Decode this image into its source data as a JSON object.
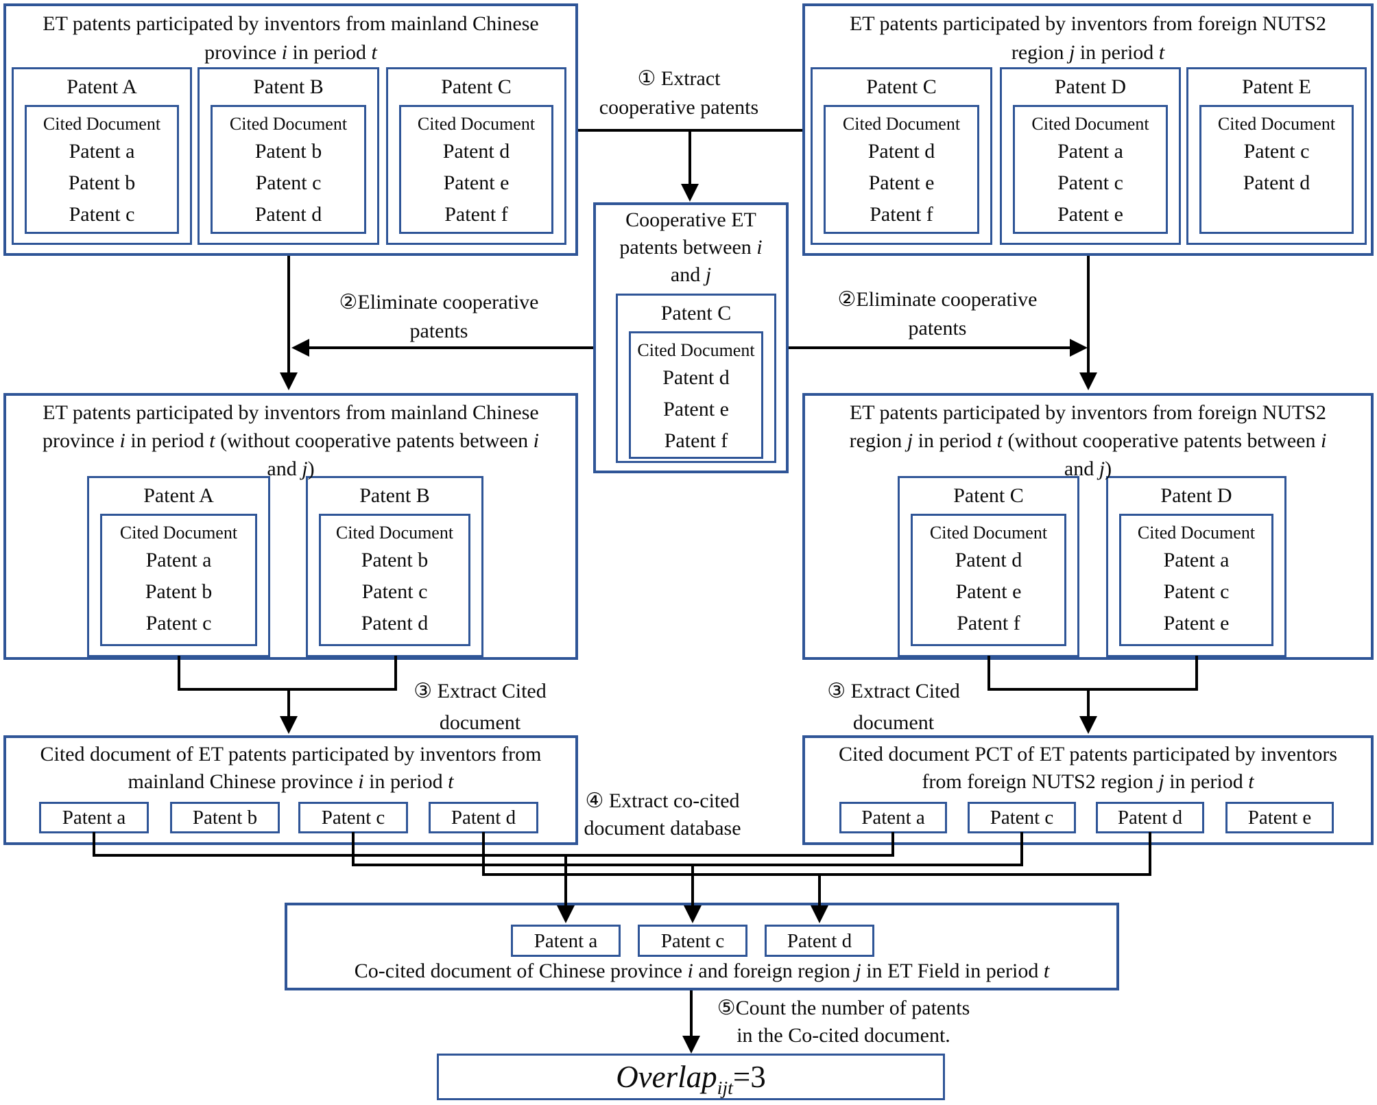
{
  "colors": {
    "blue": "#2F5597",
    "black": "#000000"
  },
  "tl": {
    "title": [
      [
        {
          "t": "ET patents participated by inventors from mainland Chinese"
        }
      ],
      [
        {
          "t": "province "
        },
        {
          "t": "i",
          "i": true
        },
        {
          "t": "  in period "
        },
        {
          "t": "t",
          "i": true
        }
      ]
    ],
    "patents": [
      {
        "name": "Patent A",
        "cited_title": "Cited Document",
        "items": [
          "Patent a",
          "Patent b",
          "Patent c"
        ]
      },
      {
        "name": "Patent B",
        "cited_title": "Cited Document",
        "items": [
          "Patent b",
          "Patent c",
          "Patent d"
        ]
      },
      {
        "name": "Patent C",
        "cited_title": "Cited Document",
        "items": [
          "Patent d",
          "Patent e",
          "Patent f"
        ]
      }
    ]
  },
  "tr": {
    "title": [
      [
        {
          "t": "ET patents participated by inventors from foreign NUTS2"
        }
      ],
      [
        {
          "t": "region "
        },
        {
          "t": "j",
          "i": true
        },
        {
          "t": " in period "
        },
        {
          "t": "t",
          "i": true
        }
      ]
    ],
    "patents": [
      {
        "name": "Patent C",
        "cited_title": "Cited Document",
        "items": [
          "Patent d",
          "Patent e",
          "Patent f"
        ]
      },
      {
        "name": "Patent D",
        "cited_title": "Cited Document",
        "items": [
          "Patent a",
          "Patent c",
          "Patent e"
        ]
      },
      {
        "name": "Patent E",
        "cited_title": "Cited Document",
        "items": [
          "Patent c",
          "Patent d"
        ]
      }
    ]
  },
  "coop": {
    "title": [
      [
        {
          "t": "Cooperative ET"
        }
      ],
      [
        {
          "t": "patents between "
        },
        {
          "t": "i",
          "i": true
        }
      ],
      [
        {
          "t": "and "
        },
        {
          "t": "j",
          "i": true
        }
      ]
    ],
    "patent": {
      "name": "Patent C",
      "cited_title": "Cited Document",
      "items": [
        "Patent d",
        "Patent e",
        "Patent f"
      ]
    }
  },
  "ml": {
    "title": [
      [
        {
          "t": "ET patents participated by inventors from mainland Chinese"
        }
      ],
      [
        {
          "t": "province "
        },
        {
          "t": "i",
          "i": true
        },
        {
          "t": " in period "
        },
        {
          "t": "t",
          "i": true
        },
        {
          "t": " (without cooperative patents between "
        },
        {
          "t": "i",
          "i": true
        }
      ],
      [
        {
          "t": "and "
        },
        {
          "t": "j",
          "i": true
        },
        {
          "t": ")"
        }
      ]
    ],
    "patents": [
      {
        "name": "Patent A",
        "cited_title": "Cited Document",
        "items": [
          "Patent a",
          "Patent b",
          "Patent c"
        ]
      },
      {
        "name": "Patent B",
        "cited_title": "Cited Document",
        "items": [
          "Patent b",
          "Patent c",
          "Patent d"
        ]
      }
    ]
  },
  "mr": {
    "title": [
      [
        {
          "t": "ET patents participated by inventors from foreign NUTS2"
        }
      ],
      [
        {
          "t": "region "
        },
        {
          "t": "j",
          "i": true
        },
        {
          "t": " in period "
        },
        {
          "t": "t",
          "i": true
        },
        {
          "t": " (without cooperative patents between "
        },
        {
          "t": "i",
          "i": true
        }
      ],
      [
        {
          "t": "and "
        },
        {
          "t": "j",
          "i": true
        },
        {
          "t": ")"
        }
      ]
    ],
    "patents": [
      {
        "name": "Patent C",
        "cited_title": "Cited Document",
        "items": [
          "Patent d",
          "Patent e",
          "Patent f"
        ]
      },
      {
        "name": "Patent D",
        "cited_title": "Cited Document",
        "items": [
          "Patent a",
          "Patent c",
          "Patent e"
        ]
      }
    ]
  },
  "cl": {
    "title": [
      [
        {
          "t": "Cited document of ET patents participated by inventors from"
        }
      ],
      [
        {
          "t": "mainland Chinese province "
        },
        {
          "t": "i",
          "i": true
        },
        {
          "t": " in period "
        },
        {
          "t": "t",
          "i": true
        }
      ]
    ],
    "patents": [
      "Patent a",
      "Patent b",
      "Patent c",
      "Patent d"
    ]
  },
  "cr": {
    "title": [
      [
        {
          "t": "Cited document PCT of ET patents participated by inventors"
        }
      ],
      [
        {
          "t": "from foreign NUTS2 region "
        },
        {
          "t": "j",
          "i": true
        },
        {
          "t": " in period "
        },
        {
          "t": "t",
          "i": true
        }
      ]
    ],
    "patents": [
      "Patent a",
      "Patent c",
      "Patent d",
      "Patent e"
    ]
  },
  "co": {
    "patents": [
      "Patent a",
      "Patent c",
      "Patent d"
    ],
    "caption": [
      [
        {
          "t": "Co-cited document of Chinese province "
        },
        {
          "t": "i",
          "i": true
        },
        {
          "t": " and foreign region "
        },
        {
          "t": "j",
          "i": true
        },
        {
          "t": " in ET Field in period "
        },
        {
          "t": "t",
          "i": true
        }
      ]
    ]
  },
  "ov": {
    "text": [
      [
        {
          "t": "Overlap",
          "i": true
        },
        {
          "t": "ijt",
          "i": true,
          "s": true
        },
        {
          "t": "=3"
        }
      ]
    ]
  },
  "labels": {
    "step1": [
      "① Extract",
      "cooperative patents"
    ],
    "step2_left": [
      "②Eliminate cooperative",
      "patents"
    ],
    "step2_right": [
      "②Eliminate cooperative",
      "patents"
    ],
    "step3_left": [
      "③ Extract Cited",
      "document"
    ],
    "step3_right": [
      "③ Extract Cited",
      "document"
    ],
    "step4": [
      "④ Extract co-cited",
      "document database"
    ],
    "step5": [
      "⑤Count the number of patents",
      "in the Co-cited document."
    ]
  }
}
